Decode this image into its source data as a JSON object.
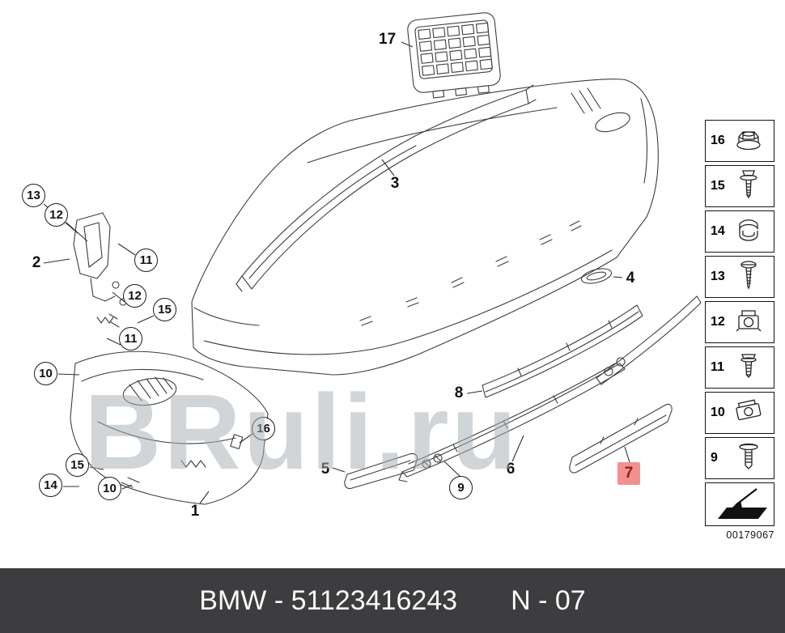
{
  "watermark": {
    "text": "BRuli.ru"
  },
  "highlight_color": "#f29090",
  "callouts": [
    {
      "label": "17",
      "style": "plain"
    },
    {
      "label": "3",
      "style": "plain"
    },
    {
      "label": "13",
      "style": "circle"
    },
    {
      "label": "12",
      "style": "circle"
    },
    {
      "label": "2",
      "style": "plain"
    },
    {
      "label": "11",
      "style": "circle"
    },
    {
      "label": "12",
      "style": "circle"
    },
    {
      "label": "15",
      "style": "circle"
    },
    {
      "label": "11",
      "style": "circle"
    },
    {
      "label": "10",
      "style": "circle"
    },
    {
      "label": "16",
      "style": "circle"
    },
    {
      "label": "15",
      "style": "circle"
    },
    {
      "label": "14",
      "style": "circle"
    },
    {
      "label": "10",
      "style": "circle"
    },
    {
      "label": "1",
      "style": "plain"
    },
    {
      "label": "5",
      "style": "plain"
    },
    {
      "label": "9",
      "style": "circle"
    },
    {
      "label": "6",
      "style": "plain"
    },
    {
      "label": "8",
      "style": "plain"
    },
    {
      "label": "4",
      "style": "plain"
    },
    {
      "label": "7",
      "style": "highlight"
    }
  ],
  "sidebar": {
    "items": [
      {
        "label": "16",
        "icon": "flange-nut-icon"
      },
      {
        "label": "15",
        "icon": "screw-washer-icon"
      },
      {
        "label": "14",
        "icon": "spring-clip-icon"
      },
      {
        "label": "13",
        "icon": "tapping-screw-icon"
      },
      {
        "label": "12",
        "icon": "cage-clip-icon"
      },
      {
        "label": "11",
        "icon": "hex-screw-icon"
      },
      {
        "label": "10",
        "icon": "clip-nut-icon"
      },
      {
        "label": "9",
        "icon": "expanding-rivet-icon"
      }
    ],
    "direction_icon": "viewing-direction-arrow-icon",
    "image_number": "00179067"
  },
  "footer": {
    "part_label": "BMW - 51123416243",
    "code": "N - 07"
  }
}
